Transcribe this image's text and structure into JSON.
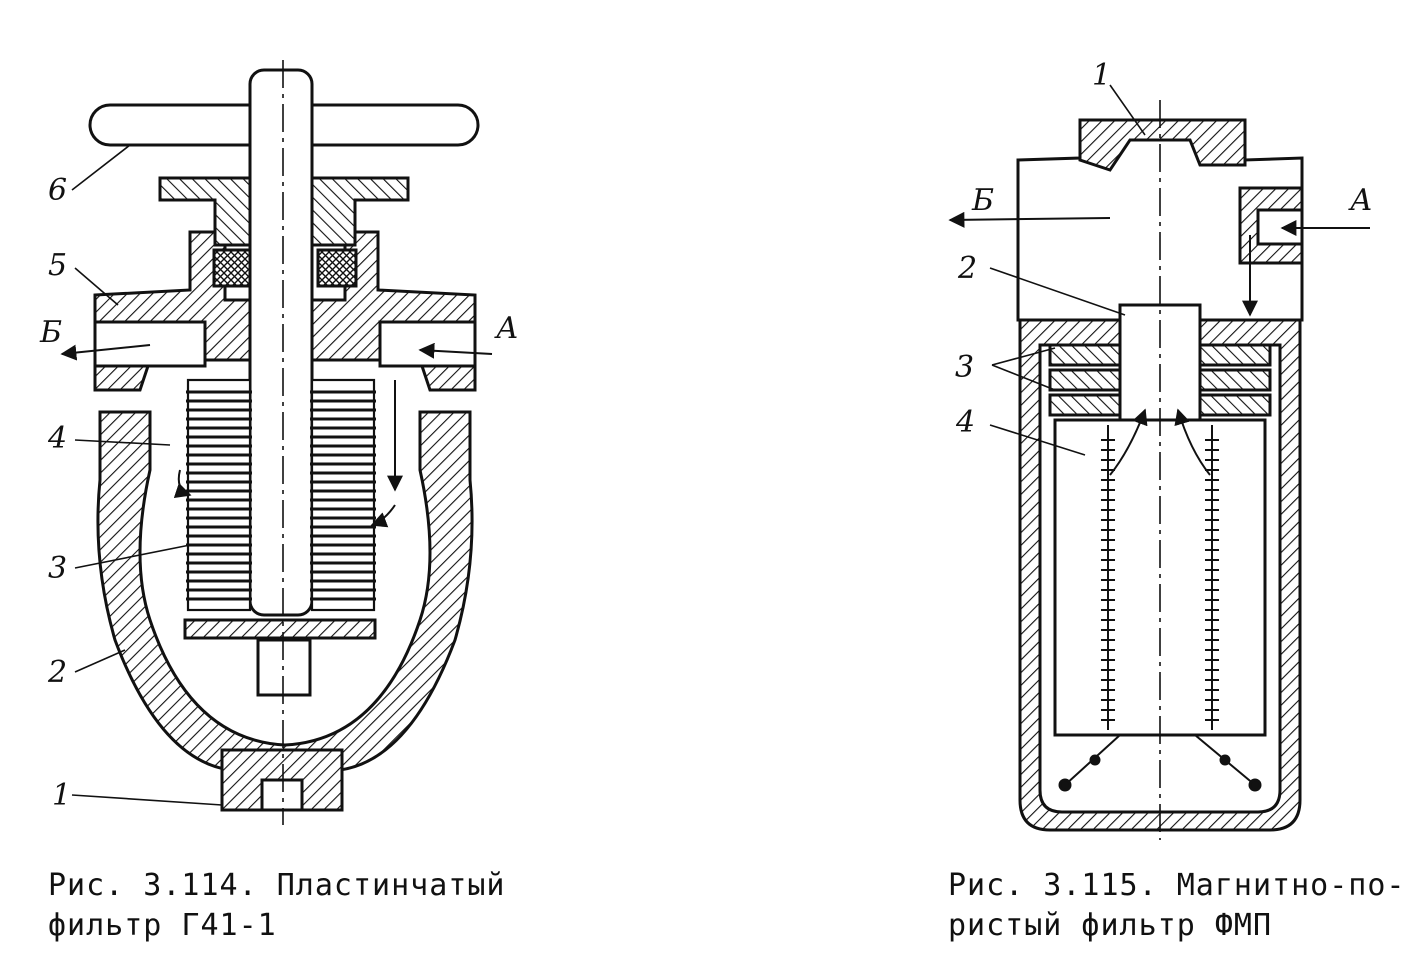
{
  "figure1": {
    "labels": [
      "1",
      "2",
      "3",
      "4",
      "5",
      "6"
    ],
    "port_out": "Б",
    "port_in": "А",
    "caption_line1": "Рис. 3.114.  Пластинчатый",
    "caption_line2": "фильтр Г41-1"
  },
  "figure2": {
    "labels": [
      "1",
      "2",
      "3",
      "4"
    ],
    "port_out": "Б",
    "port_in": "А",
    "caption_line1": "Рис. 3.115.  Магнитно-по-",
    "caption_line2": "ристый фильтр ФМП"
  }
}
